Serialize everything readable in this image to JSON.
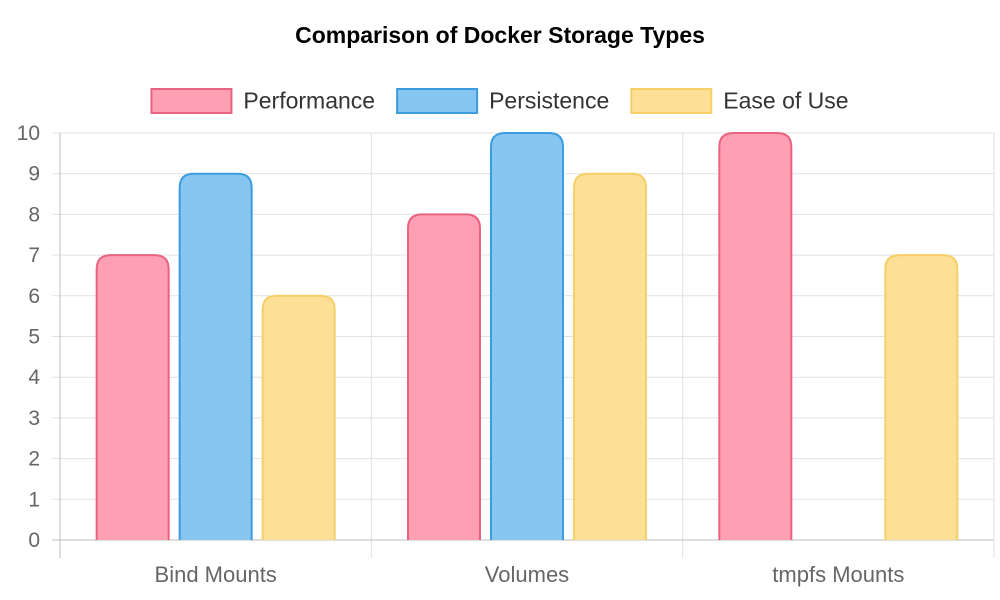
{
  "chart_data": {
    "type": "bar",
    "title": "Comparison of Docker Storage Types",
    "categories": [
      "Bind Mounts",
      "Volumes",
      "tmpfs Mounts"
    ],
    "series": [
      {
        "name": "Performance",
        "values": [
          7,
          8,
          10
        ],
        "fill": "#ff9fb4",
        "stroke": "#e8637f"
      },
      {
        "name": "Persistence",
        "values": [
          9,
          10,
          0
        ],
        "fill": "#86c6f0",
        "stroke": "#3d9be0"
      },
      {
        "name": "Ease of Use",
        "values": [
          6,
          9,
          7
        ],
        "fill": "#fddf96",
        "stroke": "#f5cf68"
      }
    ],
    "ylim": [
      0,
      10
    ],
    "yticks": [
      0,
      1,
      2,
      3,
      4,
      5,
      6,
      7,
      8,
      9,
      10
    ],
    "grid": true,
    "legend_position": "top"
  }
}
